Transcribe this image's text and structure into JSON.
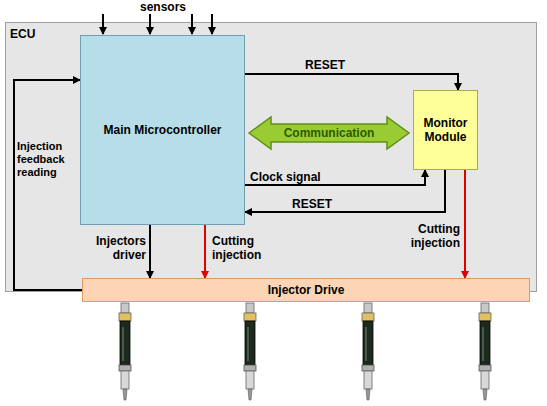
{
  "diagram": {
    "nodes": [
      {
        "text": [
          "ECU"
        ]
      },
      {
        "text": [
          "Main Microcontroller"
        ],
        "in": 0
      },
      {
        "text": [
          "Monitor Module"
        ],
        "in": 0
      },
      {
        "text": [
          "Injector Drive"
        ],
        "in": 0
      }
    ],
    "edges": [
      {
        "from": 1,
        "to": 2,
        "arrow": "to",
        "label": "RESET"
      },
      {
        "from": 1,
        "to": 2,
        "arrow": "both",
        "label": "Communication"
      },
      {
        "from": 1,
        "to": 2,
        "arrow": "to",
        "label": "Clock signal"
      },
      {
        "from": 2,
        "to": 1,
        "arrow": "to",
        "label": "RESET"
      },
      {
        "from": 1,
        "to": 3,
        "arrow": "to",
        "label": "Injectors driver"
      },
      {
        "from": 1,
        "to": 3,
        "arrow": "to",
        "label": "Cutting injection"
      },
      {
        "from": 2,
        "to": 3,
        "arrow": "to",
        "label": "Cutting injection"
      },
      {
        "from": 3,
        "to": 1,
        "arrow": "to",
        "label": "Injection feedback reading"
      }
    ],
    "labels": [
      "sensors"
    ]
  }
}
